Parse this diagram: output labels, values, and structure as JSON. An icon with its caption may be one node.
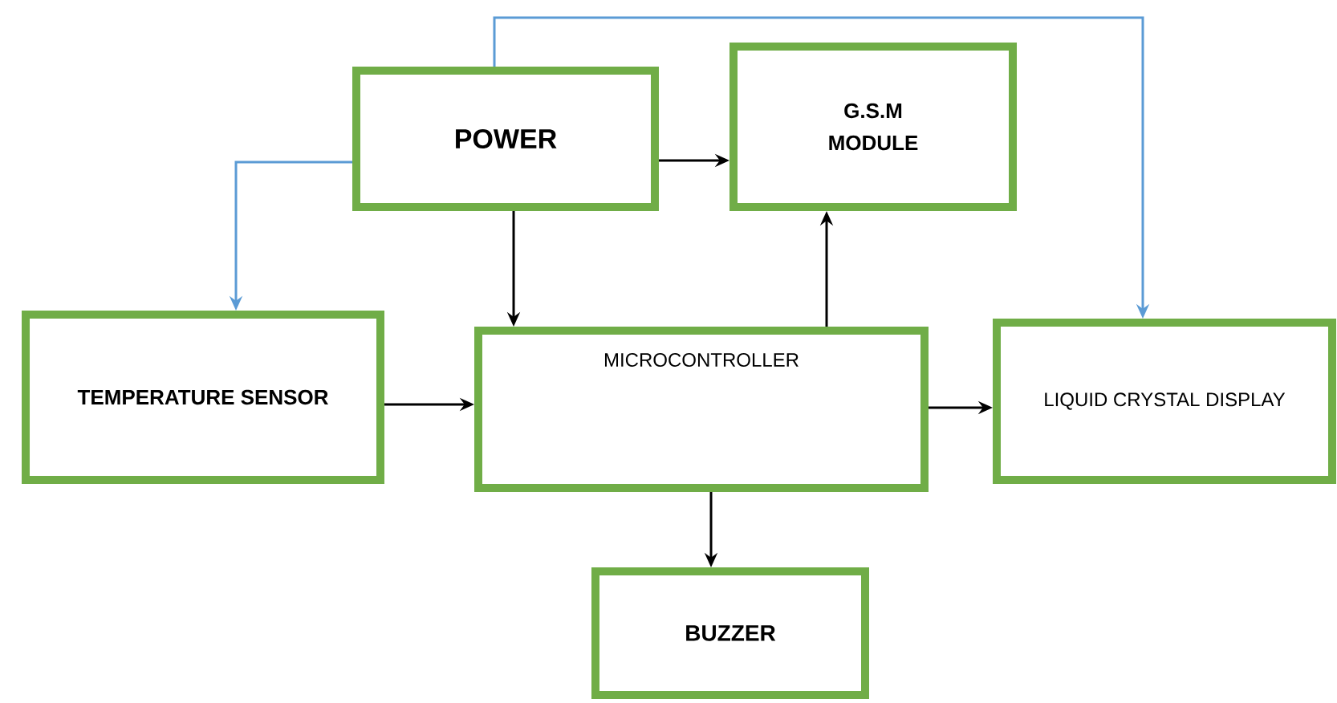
{
  "diagram": {
    "nodes": [
      {
        "text": [
          "POWER"
        ]
      },
      {
        "text": [
          "G.S.M MODULE"
        ]
      },
      {
        "text": [
          "TEMPERATURE SENSOR"
        ]
      },
      {
        "text": [
          "MICROCONTROLLER"
        ]
      },
      {
        "text": [
          "LIQUID CRYSTAL DISPLAY"
        ]
      },
      {
        "text": [
          "BUZZER"
        ]
      }
    ],
    "edges": [
      {
        "from": 0,
        "to": 2,
        "arrow": "to",
        "color": "#5b9bd5"
      },
      {
        "from": 0,
        "to": 3,
        "arrow": "to"
      },
      {
        "from": 0,
        "to": 1,
        "arrow": "to"
      },
      {
        "from": 0,
        "to": 4,
        "arrow": "to",
        "color": "#5b9bd5"
      },
      {
        "from": 2,
        "to": 3,
        "arrow": "to"
      },
      {
        "from": 3,
        "to": 1,
        "arrow": "to"
      },
      {
        "from": 3,
        "to": 4,
        "arrow": "to"
      },
      {
        "from": 3,
        "to": 5,
        "arrow": "to"
      }
    ]
  }
}
